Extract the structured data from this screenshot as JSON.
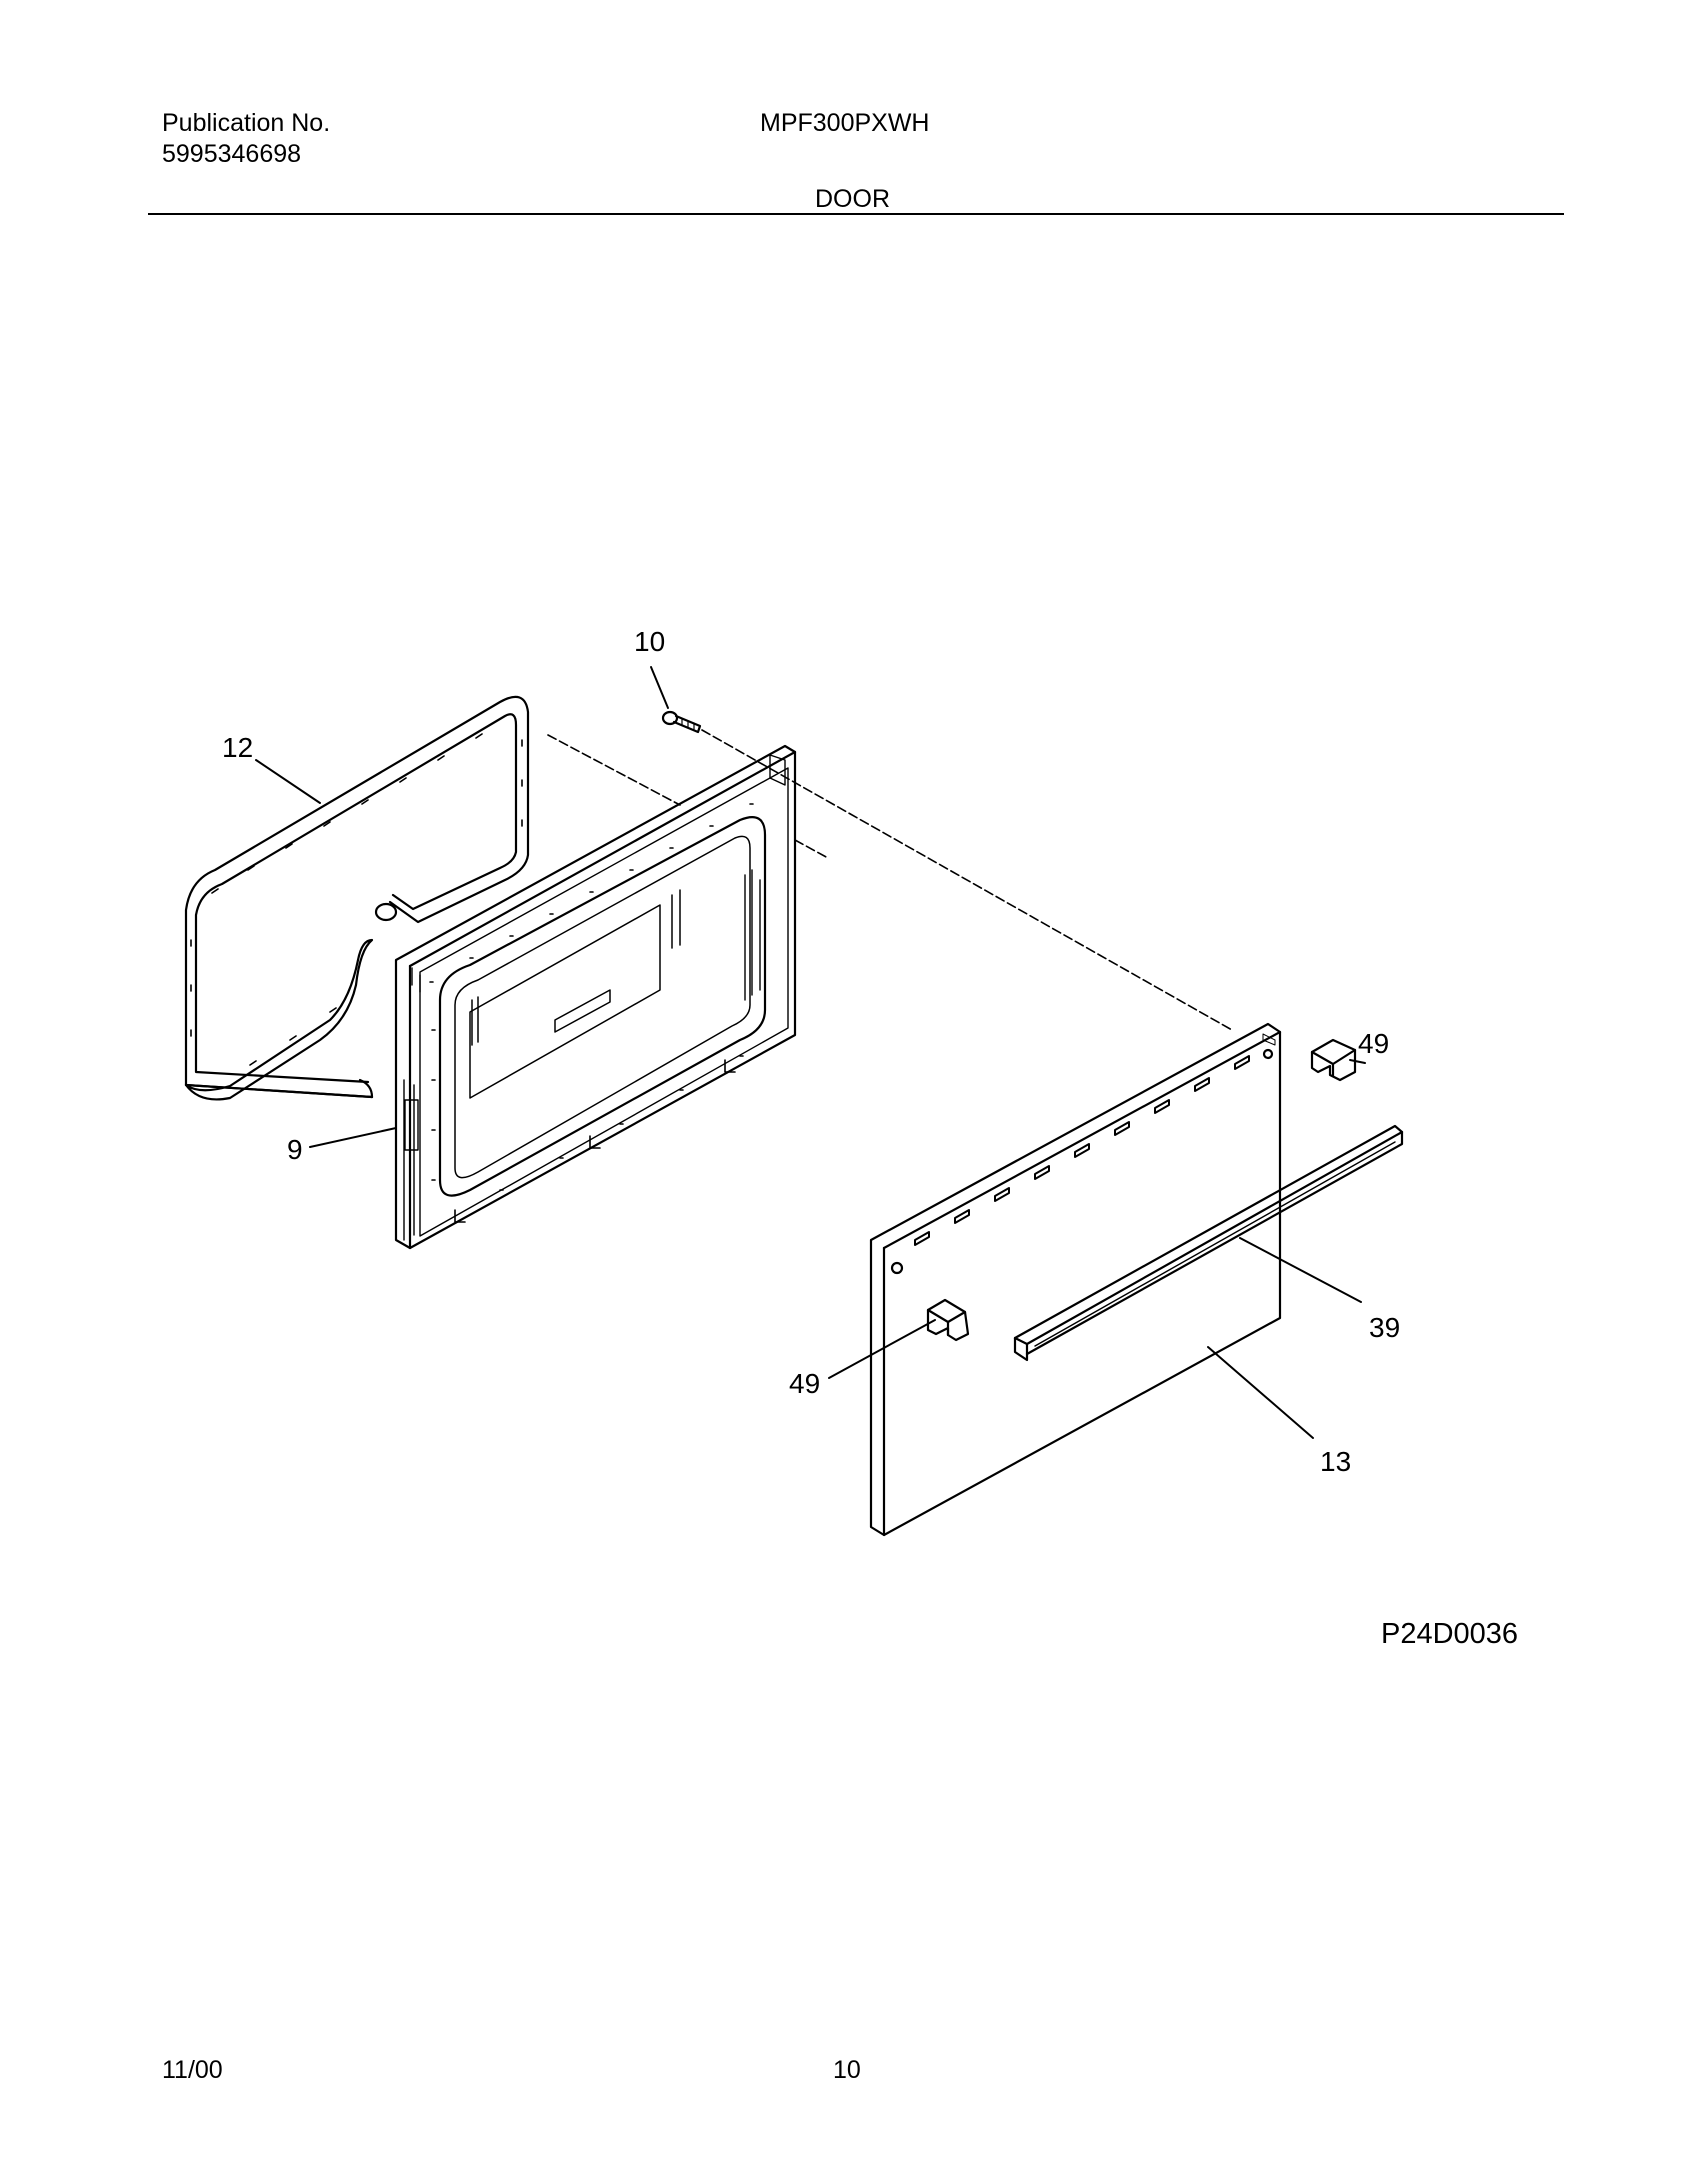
{
  "header": {
    "publication_label": "Publication No.",
    "publication_number": "5995346698",
    "model": "MPF300PXWH",
    "section_title": "DOOR"
  },
  "diagram": {
    "figure_id": "P24D0036",
    "callouts": {
      "screw": "10",
      "gasket": "12",
      "inner_door": "9",
      "bracket_right": "49",
      "handle": "39",
      "bracket_left": "49",
      "outer_panel": "13"
    }
  },
  "footer": {
    "date": "11/00",
    "page": "10"
  }
}
